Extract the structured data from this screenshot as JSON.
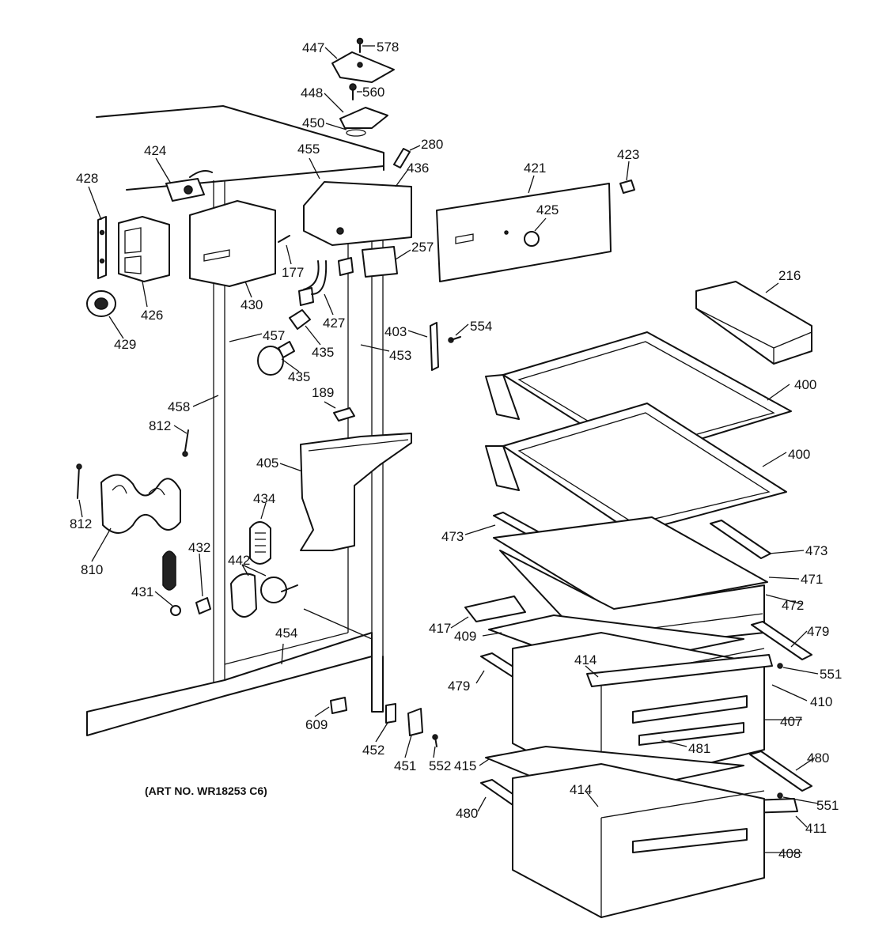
{
  "art_number": "(ART NO. WR18253 C6)",
  "callouts": [
    "447",
    "578",
    "448",
    "560",
    "450",
    "280",
    "455",
    "436",
    "421",
    "423",
    "424",
    "428",
    "425",
    "426",
    "429",
    "430",
    "177",
    "427",
    "257",
    "435",
    "435",
    "457",
    "403",
    "554",
    "453",
    "216",
    "189",
    "458",
    "812",
    "812",
    "400",
    "400",
    "405",
    "434",
    "810",
    "432",
    "442",
    "473",
    "473",
    "431",
    "471",
    "472",
    "417",
    "409",
    "479",
    "454",
    "414",
    "551",
    "479",
    "410",
    "609",
    "407",
    "452",
    "451",
    "552",
    "481",
    "415",
    "480",
    "414",
    "551",
    "480",
    "411",
    "408"
  ]
}
